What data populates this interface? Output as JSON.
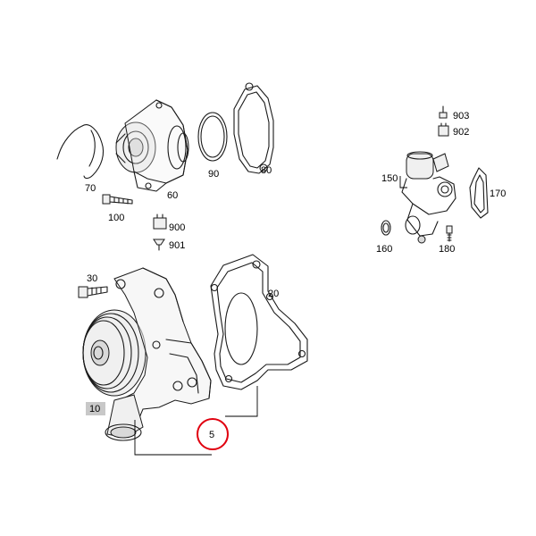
{
  "labels": {
    "p5": "5",
    "p10": "10",
    "p20": "20",
    "p30": "30",
    "p60": "60",
    "p70": "70",
    "p80": "80",
    "p90": "90",
    "p100": "100",
    "p150": "150",
    "p160": "160",
    "p170": "170",
    "p180": "180",
    "p900": "900",
    "p901": "901",
    "p902": "902",
    "p903": "903"
  },
  "colors": {
    "highlight_ring": "#e0000f",
    "label_box_10": "#c8c8c8",
    "line": "#1a1a1a"
  },
  "highlighted_part": "5"
}
